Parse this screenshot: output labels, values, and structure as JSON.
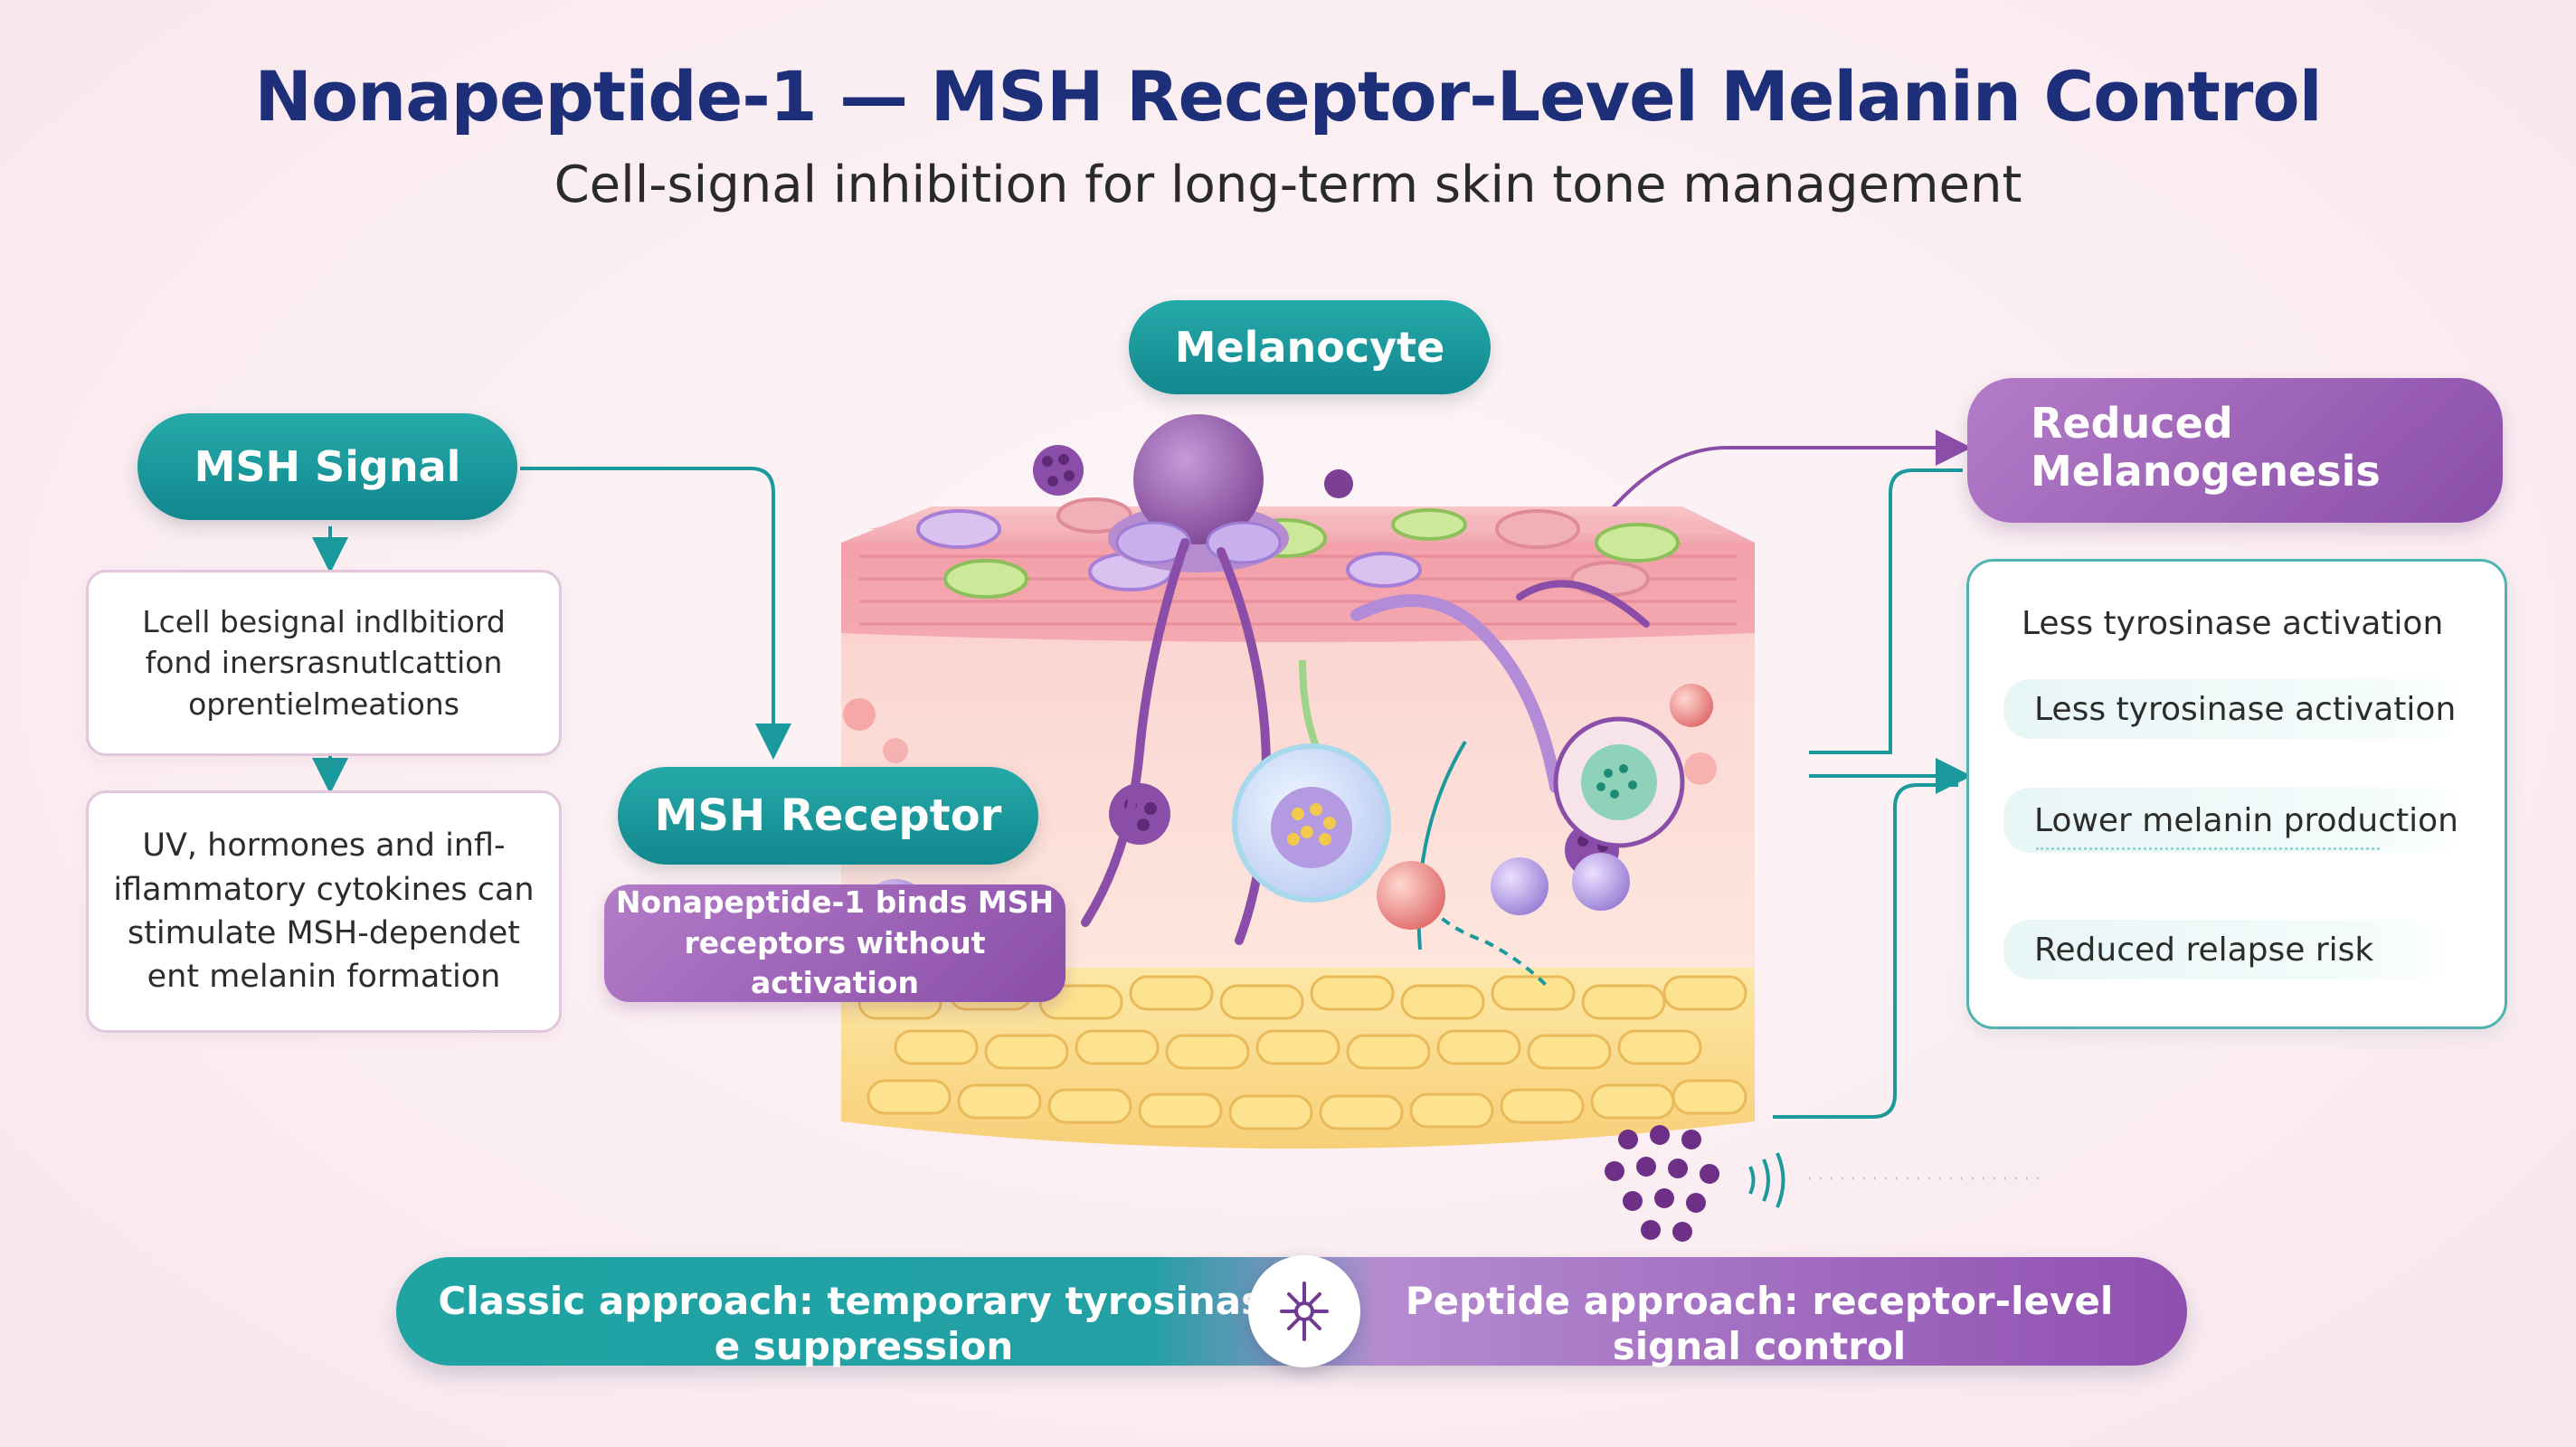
{
  "title": "Nonapeptide-1 — MSH Receptor-Level Melanin Control",
  "subtitle": "Cell-signal inhibition for long-term skin tone management",
  "left": {
    "msh_signal": "MSH Signal",
    "box1_lines": [
      "Lcell besignal indlbitiord",
      "fond inersrasnutlcattion",
      "oprentielmeations"
    ],
    "box2_lines": [
      "UV, hormones and infl-",
      "iflammatory cytokines can",
      "stimulate MSH-dependet",
      "ent melanin formation"
    ]
  },
  "center": {
    "melanocyte": "Melanocyte",
    "msh_receptor": "MSH Receptor",
    "nonapeptide_lines": [
      "Nonapeptide-1 binds MSH",
      "receptors without activation"
    ]
  },
  "right": {
    "reduced_lines": [
      "Reduced",
      "Melanogenesis"
    ],
    "items": [
      "Less tyrosinase activation",
      "Less tyrosinase activation",
      "Lower melanin production",
      "Reduced relapse risk"
    ]
  },
  "bottom": {
    "classic_lines": [
      "Classic approach: temporary tyrosinase",
      "e suppression"
    ],
    "peptide_lines": [
      "Peptide approach: receptor-level",
      "signal control"
    ]
  },
  "colors": {
    "teal": "#1a9a9c",
    "purple": "#8a4ea8",
    "title": "#1e2f7a",
    "background": "#fbeef2"
  }
}
